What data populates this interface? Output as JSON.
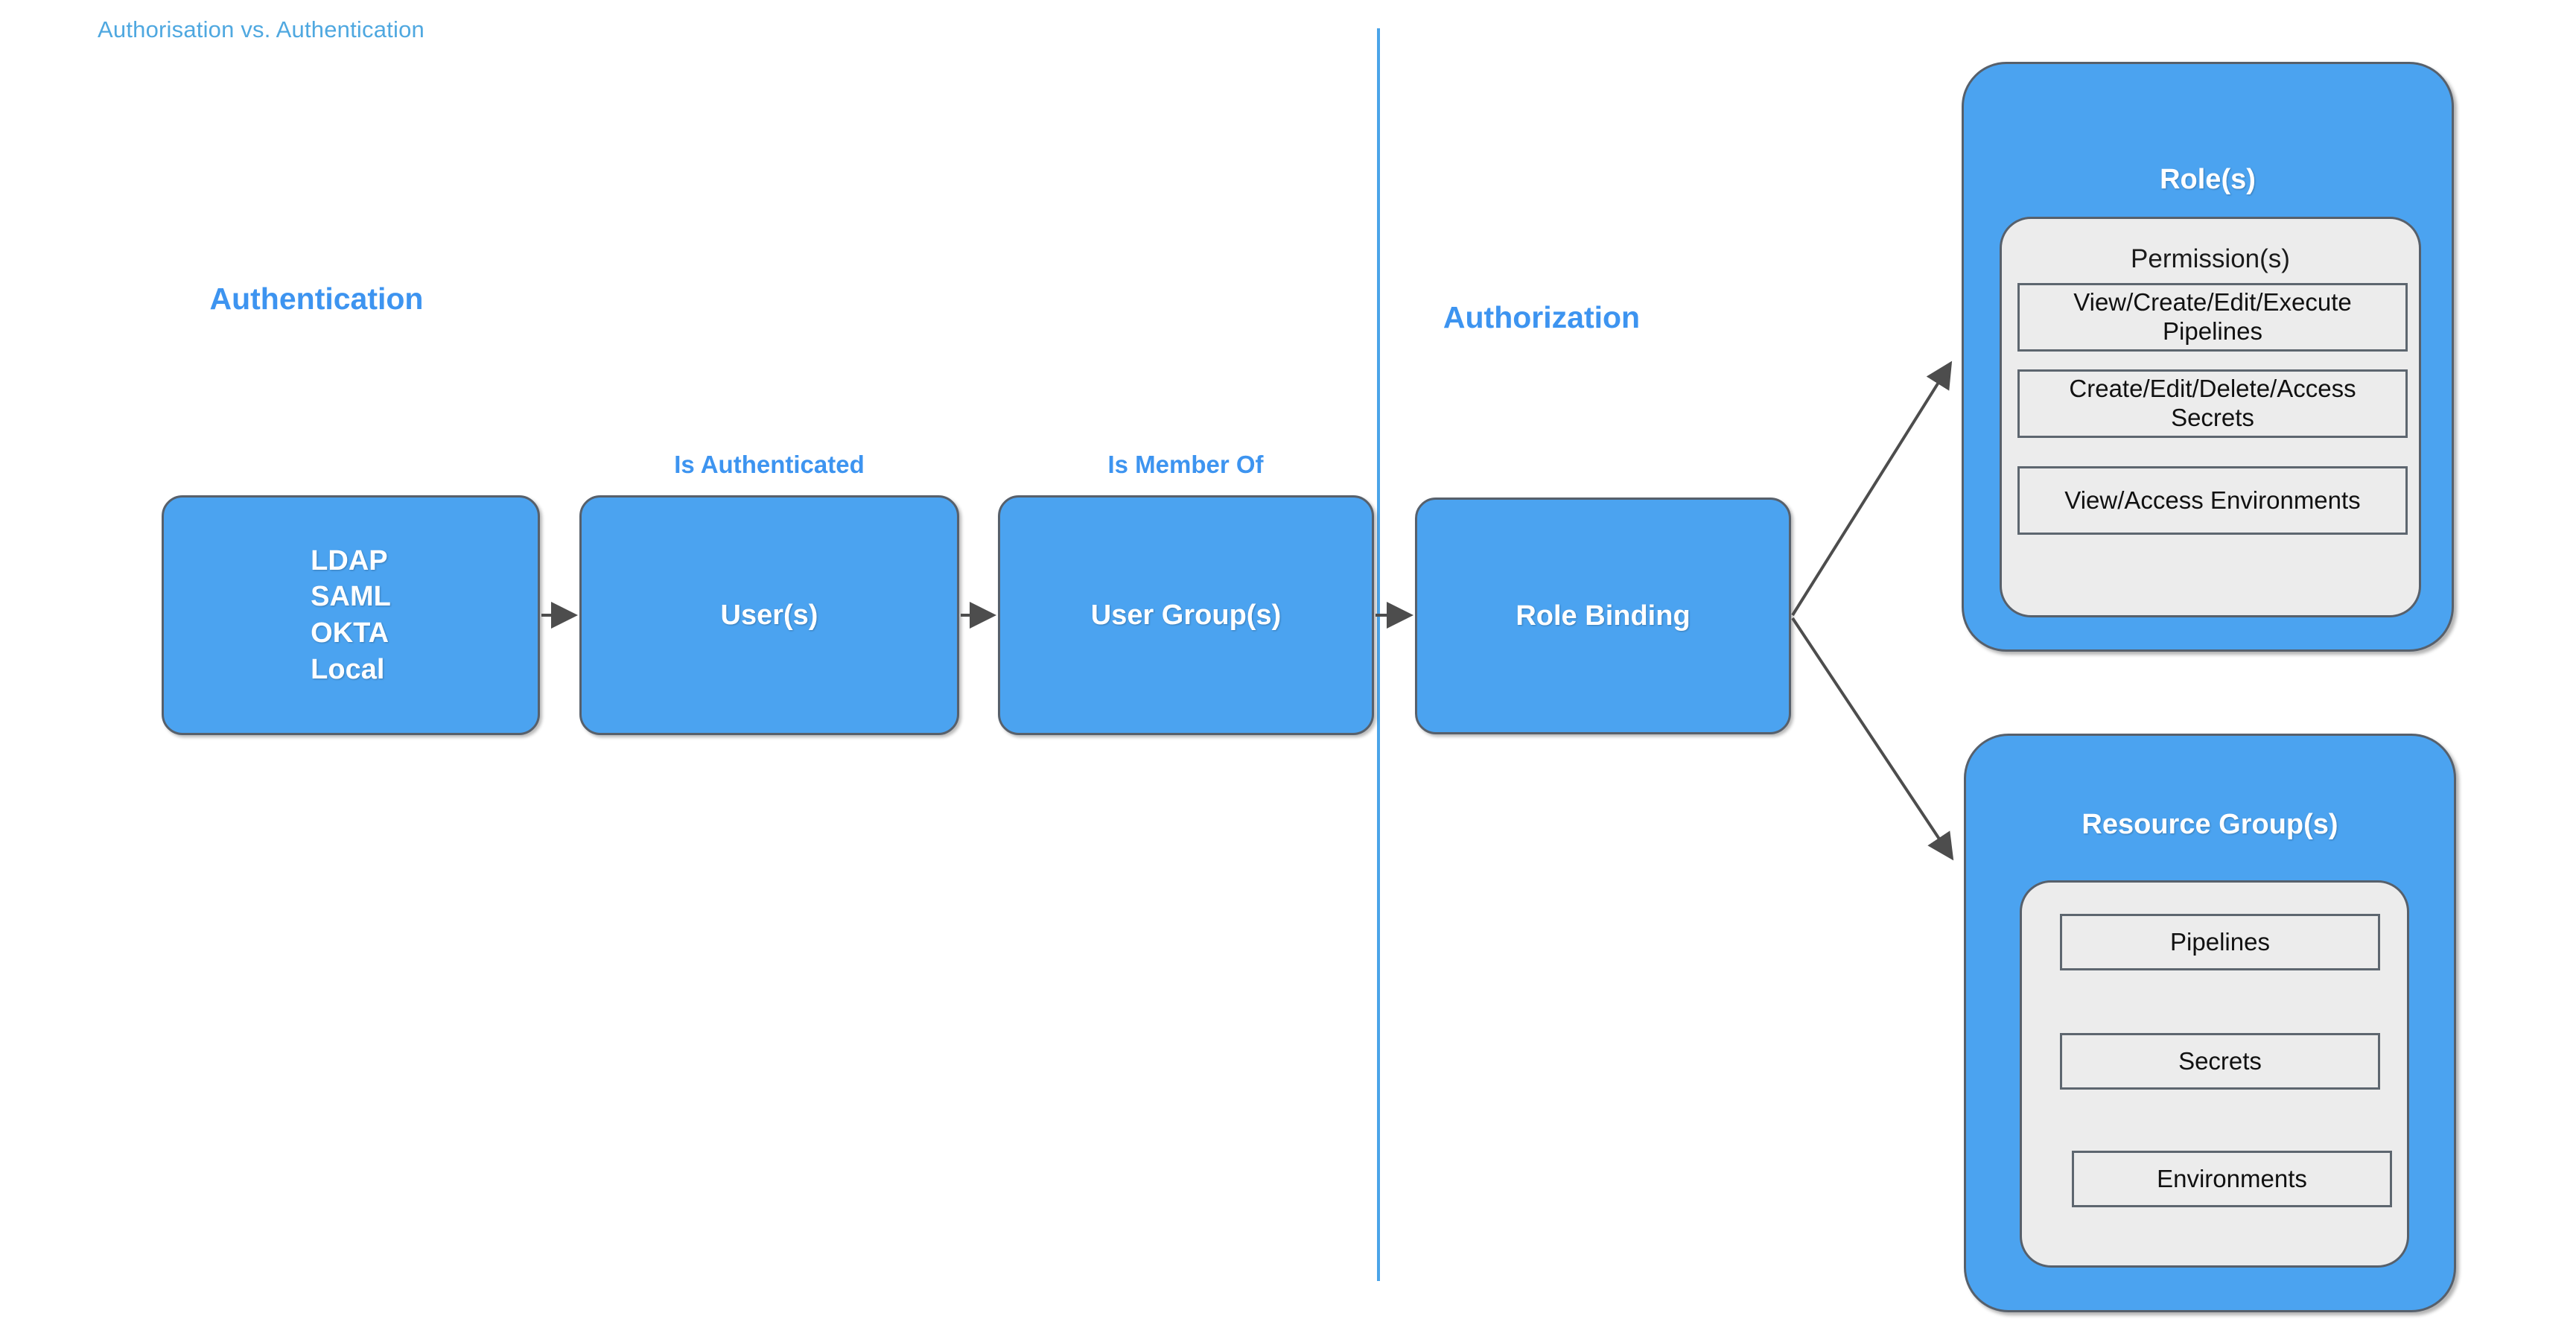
{
  "title": "Authorisation vs. Authentication",
  "sections": {
    "authentication_label": "Authentication",
    "authorization_label": "Authorization"
  },
  "edge_labels": {
    "is_authenticated": "Is Authenticated",
    "is_member_of": "Is Member Of"
  },
  "flow": {
    "providers": {
      "lines": [
        "LDAP",
        "SAML",
        "OKTA",
        "Local"
      ],
      "text": "LDAP\nSAML\nOKTA\nLocal"
    },
    "users": "User(s)",
    "user_groups": "User Group(s)",
    "role_binding": "Role Binding"
  },
  "roles_card": {
    "title": "Role(s)",
    "panel_title": "Permission(s)",
    "permissions": [
      "View/Create/Edit/Execute Pipelines",
      "Create/Edit/Delete/Access Secrets",
      "View/Access Environments"
    ]
  },
  "resource_groups_card": {
    "title": "Resource Group(s)",
    "resources": [
      "Pipelines",
      "Secrets",
      "Environments"
    ]
  },
  "colors": {
    "accent_blue": "#4BA3F0",
    "title_blue": "#4FA8E0",
    "heading_blue": "#3D94F0",
    "panel_grey": "#ECECEC",
    "stroke_grey": "#57606b",
    "arrow_grey": "#4d4d4d"
  }
}
